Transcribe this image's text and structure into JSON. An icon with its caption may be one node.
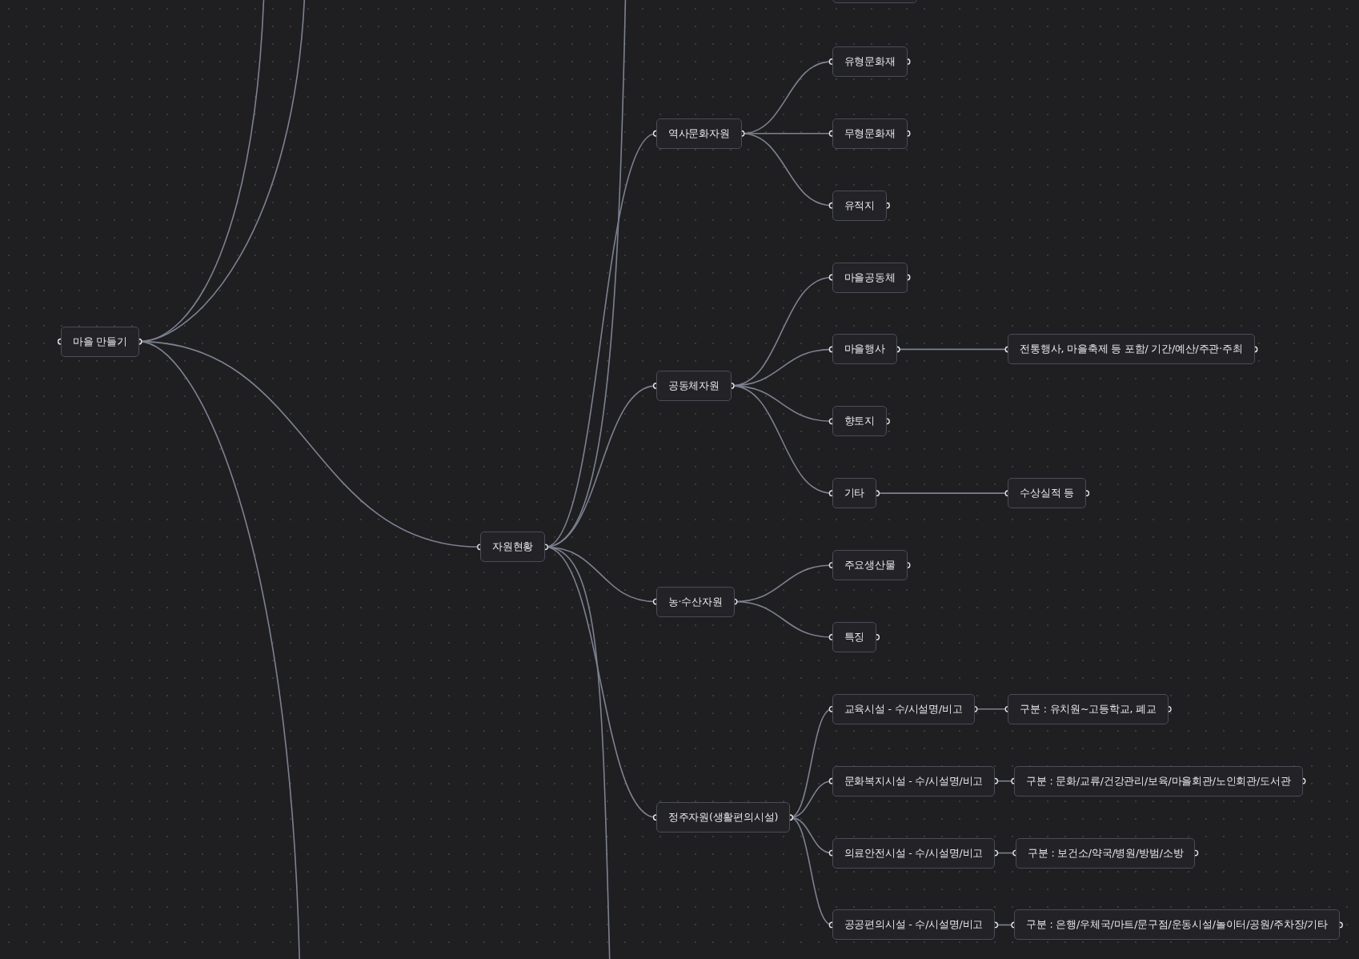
{
  "diagram": {
    "nodes": [
      {
        "text": [],
        "shape": "box"
      },
      {
        "text": [
          "마을 만들기"
        ]
      },
      {
        "text": [
          "자원현황"
        ]
      },
      {
        "text": [
          "역사문화자원"
        ]
      },
      {
        "text": [
          "유형문화재"
        ]
      },
      {
        "text": [
          "무형문화재"
        ]
      },
      {
        "text": [
          "유적지"
        ]
      },
      {
        "text": [
          "공동체자원"
        ]
      },
      {
        "text": [
          "마을공동체"
        ]
      },
      {
        "text": [
          "마을행사"
        ]
      },
      {
        "text": [
          "전통행사, 마을축제 등 포함/ 기간/예산/주관·주최"
        ]
      },
      {
        "text": [
          "향토지"
        ]
      },
      {
        "text": [
          "기타"
        ]
      },
      {
        "text": [
          "수상실적 등"
        ]
      },
      {
        "text": [
          "농·수산자원"
        ]
      },
      {
        "text": [
          "주요생산물"
        ]
      },
      {
        "text": [
          "특징"
        ]
      },
      {
        "text": [
          "정주자원(생활편의시설)"
        ]
      },
      {
        "text": [
          "교육시설 - 수/시설명/비고"
        ]
      },
      {
        "text": [
          "구분 : 유치원~고등학교, 폐교"
        ]
      },
      {
        "text": [
          "문화복지시설 - 수/시설명/비고"
        ]
      },
      {
        "text": [
          "구분 : 문화/교류/건강관리/보육/마을회관/노인회관/도서관"
        ]
      },
      {
        "text": [
          "의료안전시설 - 수/시설명/비고"
        ]
      },
      {
        "text": [
          "구분 : 보건소/약국/병원/방범/소방"
        ]
      },
      {
        "text": [
          "공공편의시설 - 수/시설명/비고"
        ]
      },
      {
        "text": [
          "구분 : 은행/우체국/마트/문구점/운동시설/놀이터/공원/주차장/기타"
        ]
      }
    ],
    "edges": [
      {
        "from": 1,
        "to": null,
        "arrow": "none"
      },
      {
        "from": 1,
        "to": null,
        "arrow": "none"
      },
      {
        "from": 1,
        "to": 2,
        "arrow": "none"
      },
      {
        "from": 1,
        "to": null,
        "arrow": "none"
      },
      {
        "from": 2,
        "to": null,
        "arrow": "none"
      },
      {
        "from": 2,
        "to": 3,
        "arrow": "none"
      },
      {
        "from": 2,
        "to": 7,
        "arrow": "none"
      },
      {
        "from": 2,
        "to": 14,
        "arrow": "none"
      },
      {
        "from": 2,
        "to": 17,
        "arrow": "none"
      },
      {
        "from": 2,
        "to": null,
        "arrow": "none"
      },
      {
        "from": 3,
        "to": 4,
        "arrow": "none"
      },
      {
        "from": 3,
        "to": 5,
        "arrow": "none"
      },
      {
        "from": 3,
        "to": 6,
        "arrow": "none"
      },
      {
        "from": 7,
        "to": 8,
        "arrow": "none"
      },
      {
        "from": 7,
        "to": 9,
        "arrow": "none"
      },
      {
        "from": 7,
        "to": 11,
        "arrow": "none"
      },
      {
        "from": 7,
        "to": 12,
        "arrow": "none"
      },
      {
        "from": 9,
        "to": 10,
        "arrow": "none"
      },
      {
        "from": 12,
        "to": 13,
        "arrow": "none"
      },
      {
        "from": 14,
        "to": 15,
        "arrow": "none"
      },
      {
        "from": 14,
        "to": 16,
        "arrow": "none"
      },
      {
        "from": 17,
        "to": 18,
        "arrow": "none"
      },
      {
        "from": 17,
        "to": 20,
        "arrow": "none"
      },
      {
        "from": 17,
        "to": 22,
        "arrow": "none"
      },
      {
        "from": 17,
        "to": 24,
        "arrow": "none"
      },
      {
        "from": 18,
        "to": 19,
        "arrow": "none"
      },
      {
        "from": 20,
        "to": 21,
        "arrow": "none"
      },
      {
        "from": 22,
        "to": 23,
        "arrow": "none"
      },
      {
        "from": 24,
        "to": 25,
        "arrow": "none"
      }
    ]
  }
}
